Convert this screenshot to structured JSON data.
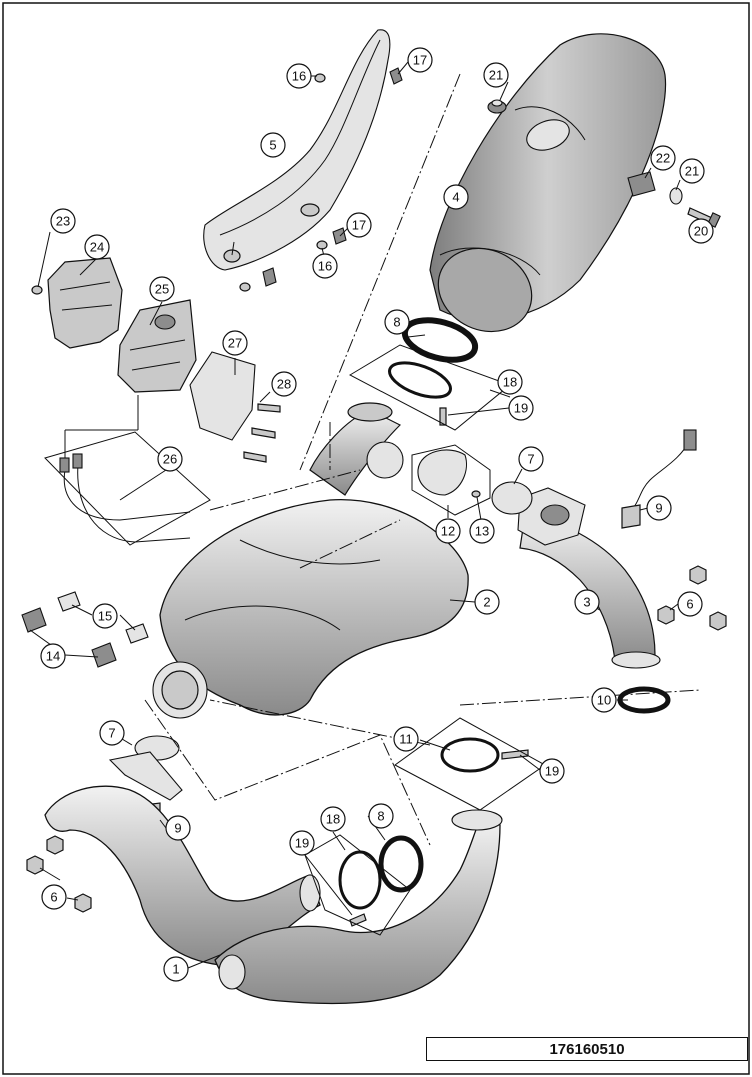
{
  "diagram": {
    "reference_number": "176160510",
    "callouts": [
      "1",
      "2",
      "3",
      "4",
      "5",
      "6",
      "6",
      "7",
      "7",
      "8",
      "8",
      "9",
      "9",
      "10",
      "11",
      "12",
      "13",
      "14",
      "15",
      "16",
      "16",
      "17",
      "17",
      "18",
      "18",
      "19",
      "19",
      "19",
      "20",
      "21",
      "21",
      "22",
      "23",
      "24",
      "25",
      "26",
      "27",
      "28"
    ]
  },
  "colors": {
    "line": "#111111",
    "part_fill": "#c9c9c9",
    "background": "#ffffff"
  }
}
